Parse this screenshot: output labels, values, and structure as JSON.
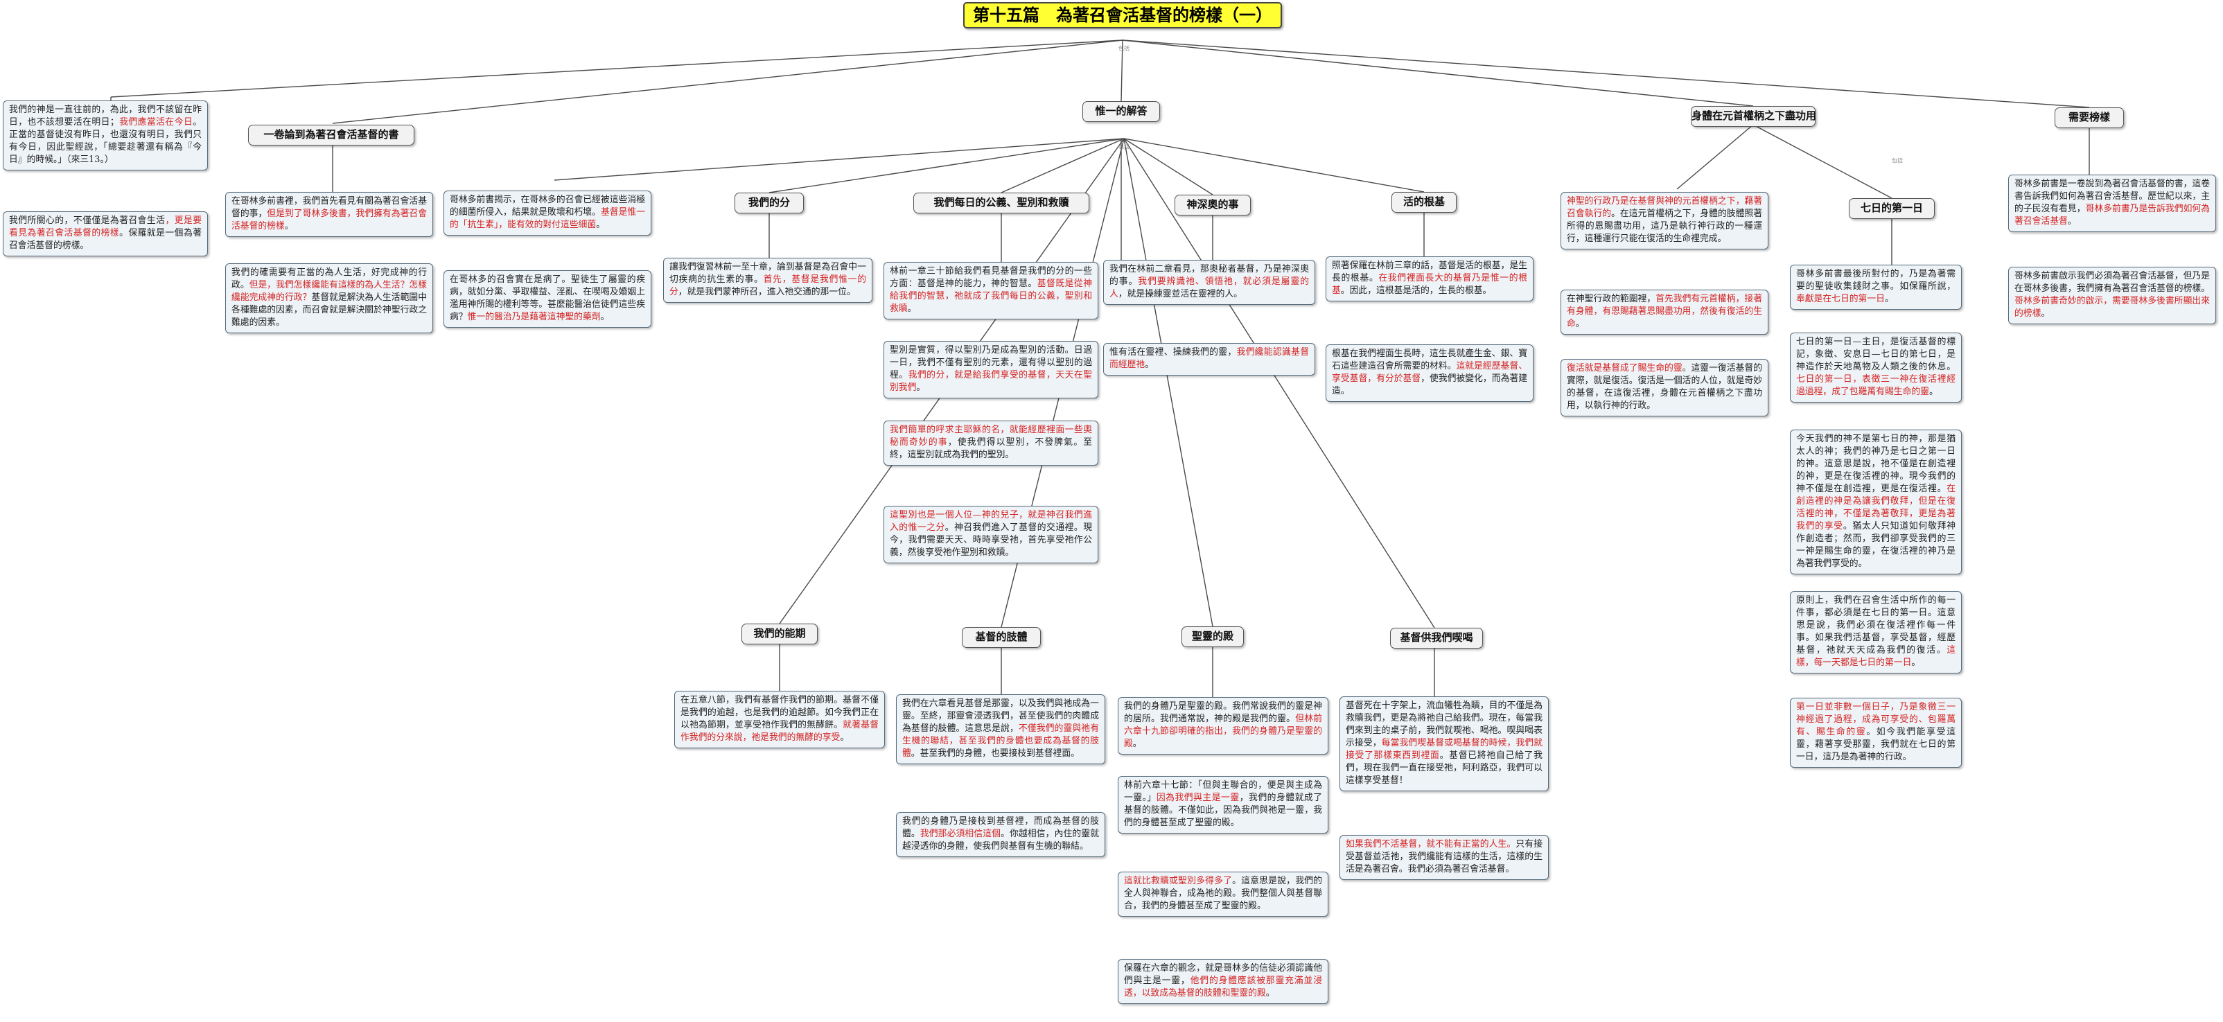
{
  "title": "第十五篇　為著召會活基督的榜樣（一）",
  "connector_label": "包括",
  "colors": {
    "root_fill": "#ffff33",
    "note_fill": "#eef3f7",
    "highlight": "#d42323"
  },
  "topics": {
    "yijuan": "一卷論到為著召會活基督的書",
    "weiyi": "惟一的解答",
    "shenti": "身體在元首權柄之下盡功用",
    "xuyao": "需要榜樣",
    "fen": "我們的分",
    "gongshan": "我們每日的公義、聖別和救贖",
    "shenshen": "神深奧的事",
    "huogen": "活的根基",
    "qiri": "七日的第一日",
    "nengli": "我們的能期",
    "zhiti": "基督的肢體",
    "shengdian": "聖靈的殿",
    "bingyan": "基督供我們喫喝"
  },
  "notes": {
    "n_left1": [
      {
        "t": "我們的神是一直往前的，為此，我們不該留在昨日，也不該想要活在明日；",
        "r": false
      },
      {
        "t": "我們應當活在今日",
        "r": true
      },
      {
        "t": "。正當的基督徒沒有昨日，也還沒有明日，我們只有今日，因此聖經說，「總要趁著還有稱為『今日』的時候。」（來三13。）",
        "r": false
      }
    ],
    "n_left2": [
      {
        "t": "我們所關心的，不僅僅是為著召會生活",
        "r": false
      },
      {
        "t": "，更是要看見為著召會活基督的榜樣",
        "r": true
      },
      {
        "t": "。保羅就是一個為著召會活基督的榜樣。",
        "r": false
      }
    ],
    "n_yj1": [
      {
        "t": "在哥林多前書裡，我們首先看見有關為著召會活基督的事，",
        "r": false
      },
      {
        "t": "但是到了哥林多後書，我們擁有為著召會活基督的榜樣",
        "r": true
      },
      {
        "t": "。",
        "r": false
      }
    ],
    "n_yj2": [
      {
        "t": "我們的確需要有正當的為人生活，好完成神的行政。",
        "r": false
      },
      {
        "t": "但是，我們怎樣纔能有這樣的為人生活？怎樣纔能完成神的行政？",
        "r": true
      },
      {
        "t": "基督就是解決為人生活範圍中各種難處的因素，而召會就是解決關於神聖行政之難處的因素。",
        "r": false
      }
    ],
    "n_wy1": [
      {
        "t": "哥林多前書揭示，在哥林多的召會已經被這些消極的細菌所侵入，結果就是敗壞和朽壞。",
        "r": false
      },
      {
        "t": "基督是惟一的「抗生素」，能有效的對付這些細菌",
        "r": true
      },
      {
        "t": "。",
        "r": false
      }
    ],
    "n_wy2": [
      {
        "t": "在哥林多的召會實在是病了。聖徒生了屬靈的疾病，就如分黨、爭取權益、淫亂、在喫喝及婚姻上濫用神所賜的權利等等。甚麼能醫治信徒們這些疾病？",
        "r": false
      },
      {
        "t": "惟一的醫治乃是藉著這神聖的藥劑",
        "r": true
      },
      {
        "t": "。",
        "r": false
      }
    ],
    "n_fen": [
      {
        "t": "讓我們復習林前一至十章，論到基督是為召會中一切疾病的抗生素的事。",
        "r": false
      },
      {
        "t": "首先，基督是我們惟一的分",
        "r": true
      },
      {
        "t": "，就是我們蒙神所召，進入祂交通的那一位。",
        "r": false
      }
    ],
    "n_gs1": [
      {
        "t": "林前一章三十節給我們看見基督是我們的分的一些方面：基督是神的能力，神的智慧。",
        "r": false
      },
      {
        "t": "基督既是從神給我們的智慧，祂就成了我們每日的公義，聖別和救贖",
        "r": true
      },
      {
        "t": "。",
        "r": false
      }
    ],
    "n_gs2": [
      {
        "t": "聖別是實質，得以聖別乃是成為聖別的活動。日過一日，我們不僅有聖別的元素，還有得以聖別的過程。",
        "r": false
      },
      {
        "t": "我們的分，就是給我們享受的基督，天天在聖別我們",
        "r": true
      },
      {
        "t": "。",
        "r": false
      }
    ],
    "n_gs3": [
      {
        "t": "我們簡單的呼求主耶穌的名，就能經歷裡面一些奧秘而奇妙的事",
        "r": true
      },
      {
        "t": "，使我們得以聖別，不發脾氣。至終，這聖別就成為我們的聖別。",
        "r": false
      }
    ],
    "n_gs4": [
      {
        "t": "這聖別也是一個人位—神的兒子，就是神召我們進入的惟一之分",
        "r": true
      },
      {
        "t": "。神召我們進入了基督的交通裡。現今，我們需要天天、時時享受祂，首先享受祂作公義，然後享受祂作聖別和救贖。",
        "r": false
      }
    ],
    "n_ss1": [
      {
        "t": "我們在林前二章看見，那奧秘者基督，乃是神深奧的事。",
        "r": false
      },
      {
        "t": "我們要辨識祂、領悟祂，就必須是屬靈的人",
        "r": true
      },
      {
        "t": "，就是操練靈並活在靈裡的人。",
        "r": false
      }
    ],
    "n_ss2": [
      {
        "t": "惟有活在靈裡、操練我們的靈，",
        "r": false
      },
      {
        "t": "我們纔能認識基督而經歷祂",
        "r": true
      },
      {
        "t": "。",
        "r": false
      }
    ],
    "n_hg1": [
      {
        "t": "照著保羅在林前三章的話，基督是活的根基，是生長的根基。",
        "r": false
      },
      {
        "t": "在我們裡面長大的基督乃是惟一的根基",
        "r": true
      },
      {
        "t": "。因此，這根基是活的，生長的根基。",
        "r": false
      }
    ],
    "n_hg2": [
      {
        "t": "根基在我們裡面生長時，這生長就產生金、銀、寶石這些建造召會所需要的材料。",
        "r": false
      },
      {
        "t": "這就是經歷基督、享受基督，有分於基督",
        "r": true
      },
      {
        "t": "，使我們被變化，而為著建造。",
        "r": false
      }
    ],
    "n_st1": [
      {
        "t": "神聖的行政乃是在基督與神的元首權柄之下，藉著召會執行的",
        "r": true
      },
      {
        "t": "。在這元首權柄之下，身體的肢體照著所得的恩賜盡功用，這乃是執行神行政的一種運行，這種運行只能在復活的生命裡完成。",
        "r": false
      }
    ],
    "n_st2": [
      {
        "t": "在神聖行政的範圍裡，",
        "r": false
      },
      {
        "t": "首先我們有元首權柄，接著有身體，有恩賜藉著恩賜盡功用，然後有復活的生命",
        "r": true
      },
      {
        "t": "。",
        "r": false
      }
    ],
    "n_st3": [
      {
        "t": "復活就是基督成了賜生命的靈",
        "r": true
      },
      {
        "t": "。這靈一復活基督的實際，就是復活。復活是一個活的人位，就是奇妙的基督，在這復活裡，身體在元首權柄之下盡功用，以執行神的行政。",
        "r": false
      }
    ],
    "n_xy1": [
      {
        "t": "哥林多前書是一卷說到為著召會活基督的書，這卷書告訴我們如何為著召會活基督。歷世紀以來，主的子民沒有看見，",
        "r": false
      },
      {
        "t": "哥林多前書乃是告訴我們如何為著召會活基督",
        "r": true
      },
      {
        "t": "。",
        "r": false
      }
    ],
    "n_xy2": [
      {
        "t": "哥林多前書啟示我們必須為著召會活基督，但乃是在哥林多後書，我們擁有為著召會活基督的榜樣。",
        "r": false
      },
      {
        "t": "哥林多前書奇妙的啟示，需要哥林多後書所顯出來的榜樣",
        "r": true
      },
      {
        "t": "。",
        "r": false
      }
    ],
    "n_qr1": [
      {
        "t": "哥林多前書最後所對付的，乃是為著需要的聖徒收集錢財之事。如保羅所說，",
        "r": false
      },
      {
        "t": "奉獻是在七日的第一日",
        "r": true
      },
      {
        "t": "。",
        "r": false
      }
    ],
    "n_qr2": [
      {
        "t": "七日的第一日—主日，是復活基督的標記，象徵、安息日—七日的第七日，是神造作於天地萬物及人類之後的休息。",
        "r": false
      },
      {
        "t": "七日的第一日，表徵三一神在復活裡經過過程，成了包羅萬有賜生命的靈",
        "r": true
      },
      {
        "t": "。",
        "r": false
      }
    ],
    "n_qr3": [
      {
        "t": "今天我們的神不是第七日的神，那是猶太人的神；我們的神乃是七日之第一日的神。這意思是說，祂不僅是在創造裡的神，更是在復活裡的神。現今我們的神不僅是在創造裡，更是在復活裡。",
        "r": false
      },
      {
        "t": "在創造裡的神是為讓我們敬拜，但是在復活裡的神，不僅是為著敬拜，更是為著我們的享受",
        "r": true
      },
      {
        "t": "。猶太人只知道如何敬拜神作創造者；然而，我們卻享受我們的三一神是賜生命的靈，在復活裡的神乃是為著我們享受的。",
        "r": false
      }
    ],
    "n_qr4": [
      {
        "t": "原則上，我們在召會生活中所作的每一件事，都必須是在七日的第一日。這意思是說，我們必須在復活裡作每一件事。如果我們活基督，享受基督，經歷基督，祂就天天成為我們的復活。",
        "r": false
      },
      {
        "t": "這樣，每一天都是七日的第一日",
        "r": true
      },
      {
        "t": "。",
        "r": false
      }
    ],
    "n_qr5": [
      {
        "t": "第一日並非數一個日子，乃是象徵三一神經過了過程，成為可享受的、包羅萬有、賜生命的靈",
        "r": true
      },
      {
        "t": "。如今我們能享受這靈，藉著享受那靈，我們就在七日的第一日，這乃是為著神的行政。",
        "r": false
      }
    ],
    "n_nl": [
      {
        "t": "在五章八節，我們有基督作我們的節期。基督不僅是我們的逾越，也是我們的逾越節。如今我們正在以祂為節期，並享受祂作我們的無酵餅。",
        "r": false
      },
      {
        "t": "就著基督作我們的分來說，祂是我們的無酵的享受",
        "r": true
      },
      {
        "t": "。",
        "r": false
      }
    ],
    "n_zt1": [
      {
        "t": "我們在六章看見基督是那靈，以及我們與祂成為一靈。至終，那靈會浸透我們，甚至使我們的肉體成為基督的肢體。這意思是說，",
        "r": false
      },
      {
        "t": "不僅我們的靈與祂有生機的聯結，甚至我們的身體也要成為基督的肢體",
        "r": true
      },
      {
        "t": "。甚至我們的身體，也要接枝到基督裡面。",
        "r": false
      }
    ],
    "n_zt2": [
      {
        "t": "我們的身體乃是接枝到基督裡，而成為基督的肢體。",
        "r": false
      },
      {
        "t": "我們那必須相信這個",
        "r": true
      },
      {
        "t": "。你越相信，內住的靈就越浸透你的身體，使我們與基督有生機的聯結。",
        "r": false
      }
    ],
    "n_sd1": [
      {
        "t": "我們的身體乃是聖靈的殿。我們常說我們的靈是神的居所。我們通常說，神的殿是我們的靈。",
        "r": false
      },
      {
        "t": "但林前六章十九節卻明確的指出，我們的身體乃是聖靈的殿",
        "r": true
      },
      {
        "t": "。",
        "r": false
      }
    ],
    "n_sd2": [
      {
        "t": "林前六章十七節：「但與主聯合的，便是與主成為一靈。」",
        "r": false
      },
      {
        "t": "因為我們與主是一靈",
        "r": true
      },
      {
        "t": "，我們的身體就成了基督的肢體。不僅如此，因為我們與祂是一靈，我們的身體甚至成了聖靈的殿。",
        "r": false
      }
    ],
    "n_sd3": [
      {
        "t": "這就比救贖或聖別多得多了",
        "r": true
      },
      {
        "t": "。這意思是說，我們的全人與神聯合，成為祂的殿。我們整個人與基督聯合，我們的身體甚至成了聖靈的殿。",
        "r": false
      }
    ],
    "n_sd4": [
      {
        "t": "保羅在六章的觀念，就是哥林多的信徒必須認識他們與主是一靈，",
        "r": false
      },
      {
        "t": "他們的身體應該被那靈充滿並浸透，以致成為基督的肢體和聖靈的殿",
        "r": true
      },
      {
        "t": "。",
        "r": false
      }
    ],
    "n_by1": [
      {
        "t": "基督死在十字架上，流血犧牲為贖，目的不僅是為救贖我們，更是為將祂自己給我們。現在，每當我們來到主的桌子前，我們就喫祂、喝祂。喫與喝表示接受，",
        "r": false
      },
      {
        "t": "每當我們喫基督或喝基督的時候，我們就接受了那樣東西到裡面",
        "r": true
      },
      {
        "t": "。基督已將祂自己給了我們，現在我們一直在接受祂，阿利路亞，我們可以這樣享受基督！",
        "r": false
      }
    ],
    "n_by2": [
      {
        "t": "如果我們不活基督，就不能有正當的人生。",
        "r": true
      },
      {
        "t": "只有接受基督並活祂，我們纔能有這樣的生活，這樣的生活是為著召會。我們必須為著召會活基督。",
        "r": false
      }
    ]
  }
}
